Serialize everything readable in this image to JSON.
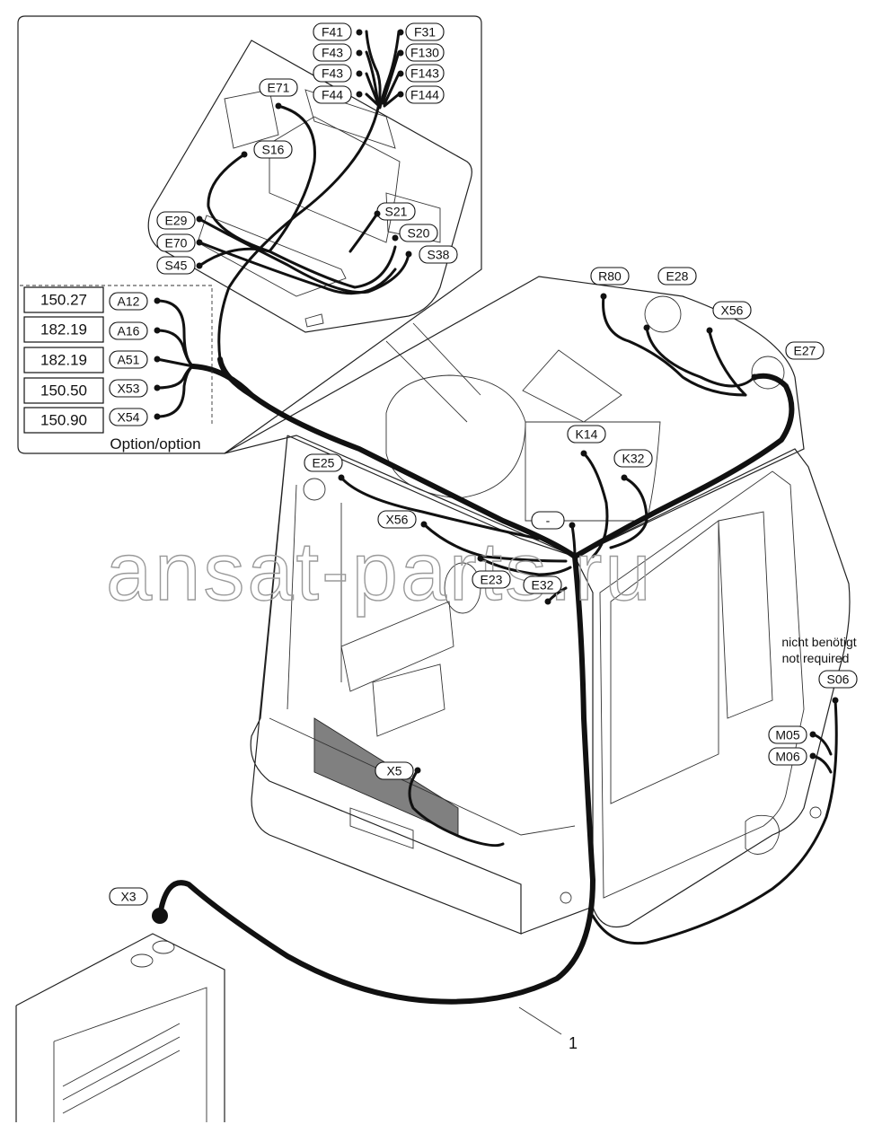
{
  "option_codes": [
    {
      "code": "150.27",
      "label": "A12"
    },
    {
      "code": "182.19",
      "label": "A16"
    },
    {
      "code": "182.19",
      "label": "A51"
    },
    {
      "code": "150.50",
      "label": "X53"
    },
    {
      "code": "150.90",
      "label": "X54"
    }
  ],
  "option_caption": "Option/option",
  "fuse_labels_left": [
    "F41",
    "F43",
    "F43",
    "F44"
  ],
  "fuse_labels_right": [
    "F31",
    "F130",
    "F143",
    "F144"
  ],
  "inset_labels": {
    "E71": "E71",
    "S16": "S16",
    "S21": "S21",
    "S20": "S20",
    "S38": "S38",
    "E29": "E29",
    "E70": "E70",
    "S45": "S45"
  },
  "cab_labels": {
    "R80": "R80",
    "E28": "E28",
    "X56_top": "X56",
    "E27": "E27",
    "K14": "K14",
    "K32": "K32",
    "E25": "E25",
    "X56_mid": "X56",
    "minus": "-",
    "E23": "E23",
    "E32": "E32",
    "S06": "S06",
    "M05": "M05",
    "M06": "M06",
    "X5": "X5",
    "X3": "X3"
  },
  "note_de": "nicht benötigt",
  "note_en": "not required",
  "item_number": "1",
  "watermark": "ansat-parts.ru"
}
